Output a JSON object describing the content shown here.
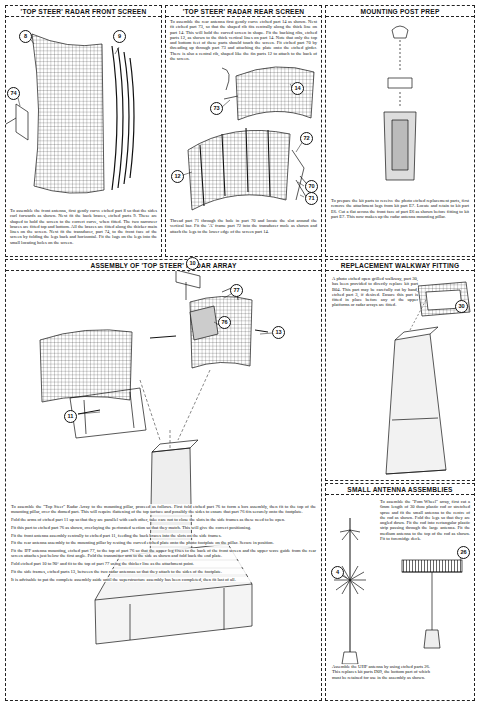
{
  "diagram": {
    "nodes": [
      {
        "text": [
          "'TOP STEER' RADAR FRONT SCREEN",
          "To assemble the front antenna, first gently curve etched part 8 so that the sides curl forwards as shown. Next fit the back braces, etched parts 9. These are shaped to hold the screen to the correct curve, when fitted. The two narrower braces are fitted top and bottom. All the braces are fitted along the thicker main lines on the screen. Next fit the transducer, part 74, to the front face of the screen by folding the legs back and horizontal. Fit the lugs on the legs into the small locating holes on the screen."
        ]
      },
      {
        "text": [
          "'TOP STEER' RADAR REAR SCREEN",
          "To assemble the rear antenna first gently curve etched part 14 as shown. Next fit etched part 73, so that the shaped rib fits centrally along the thick line on part 14. This will hold the curved screen in shape. Fit the backing ribs, etched parts 12, as shown to the thick vertical lines on part 14. Note that only the top and bottom feet of these parts should touch the screen. Fit etched part 70 by threading up through part 73 and attaching the plate onto the etched girder. There is also a central rib, shaped like the fin parts 12 to attach to the back of the screen.",
          "Thread part 71 through the hole in part 70 and locate the slot around the vertical bar. Fit the 'A' frame part 72 into the transducer mole as shown and attach the legs to the lower edge of the screen part 14."
        ]
      },
      {
        "text": [
          "MOUNTING POST PREP",
          "To prepare the kit parts to receive the photo etched replacement parts, first remove the attachment lugs from kit part E7. Locate and retain to kit part E6. Cut a flat across the front face of part E6 as shown before fitting to kit part E7. This now makes up the radar antenna mounting pillar."
        ]
      },
      {
        "text": [
          "ASSEMBLY OF 'TOP STEER' RADAR ARRAY",
          "To assemble the \"Top Steer\" Radar Array to the mounting pillar, proceed as follows. First fold etched part 76 to form a box assembly, then fit to the top of the mounting pillar, over the domed part. This will require flattening of the top surface and possibly the sides to ensure that part 76 fits securely onto the footplate.",
          "Fold the arms of etched part 11 up so that they are parallel with each other, take care not to close the slots in the side frames as these need to be open.",
          "Fit this part to etched part 76 as shown, overlaying the perforated section so that they match. This will give the correct positioning.",
          "Fit the front antenna assembly centrally to etched part 11, feeding the back braces into the slots on the side frames.",
          "Fit the rear antenna assembly to the mounting pillar by resting the curved etched plate onto the photo footplate on the pillar. Secure in position.",
          "Fit the IFF antenna mounting, etched part 77, to the top of part 76 so that the upper leg fixes to the back of the front screen and the upper wave guide from the rear screen attaches just below the first angle. Fold the transmitter arm to the side as shown and fold back the end plate.",
          "Fold etched part 10 to 90° and fit to the top of part 77 using the thicker line as the attachment point.",
          "Fit the side frames, etched parts 13, between the two radar antennas so that they attach to the sides of the footplate.",
          "It is advisable to put the complete assembly aside until the superstructure assembly has been completed, then fit last of all."
        ]
      },
      {
        "text": [
          "REPLACEMENT WALKWAY FITTING",
          "A photo etched open grilled walkway, part 30, has been provided to directly replace kit part B04. This part may be carefully cut by hand, etched part 3, if desired. Ensure this part is fitted in place before any of the upper platforms or radar arrays are fitted."
        ]
      },
      {
        "text": [
          "SMALL ANTENNA ASSEMBLIES",
          "To assemble the \"Pom Wheel\" array, first cut a 6mm length of 30 thou plastic rod or stretched sprue and fit the small antenna to the centre of the rod as shown. Fold the legs so that they are angled down. Fit the rod into rectangular plastic strip passing through the large antenna. Fit the medium antenna to the top of the rod as shown. Fit to foremidge deck.",
          "Assemble the UHF antenna by using etched parts 26. This replaces kit parts D09, the bottom part of which must be retained for use in the assembly as shown."
        ]
      }
    ],
    "labels": [
      "8",
      "9",
      "74",
      "73",
      "14",
      "72",
      "12",
      "70",
      "71",
      "10",
      "77",
      "76",
      "13",
      "11",
      "30",
      "4",
      "26"
    ]
  }
}
